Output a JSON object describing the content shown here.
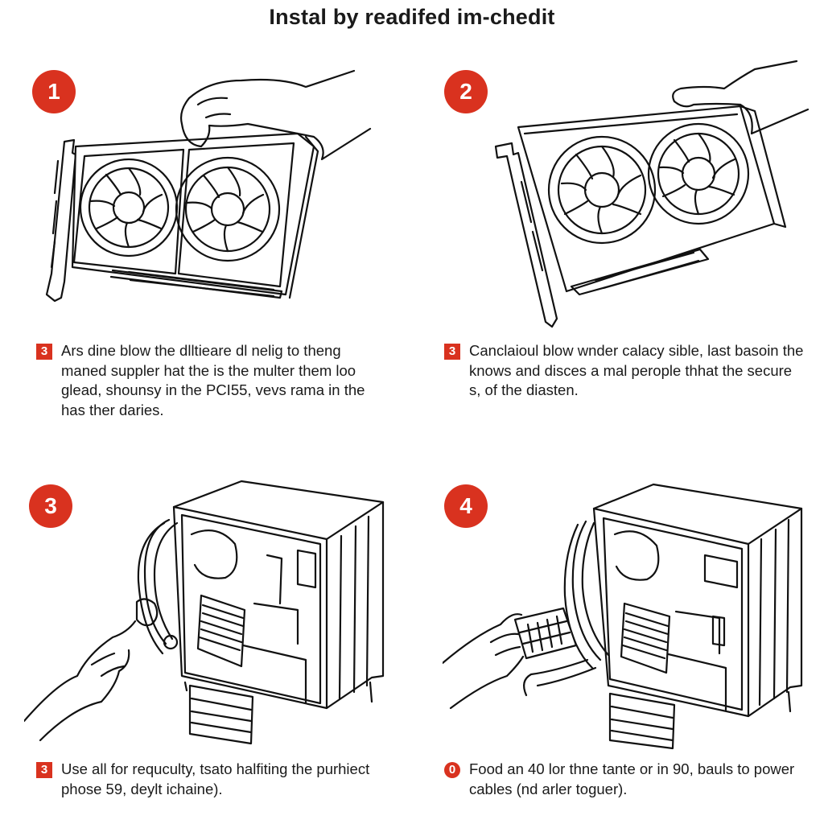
{
  "title": "Instal by readifed im-chedit",
  "accent_color": "#d9321f",
  "steps": [
    {
      "badge": "1",
      "caption_marker": "3",
      "caption_lines": [
        "Ars dine blow the dlltieare dl nelig to theng",
        "maned suppler hat the is the multer them loo",
        "glead, shounsy in the PCI55, vevs rama in the",
        "has ther daries."
      ],
      "illustration": "graphics-card-hand-icon"
    },
    {
      "badge": "2",
      "caption_marker": "3",
      "caption_lines": [
        "Canclaioul blow wnder calacy sible, last basoin the",
        "knows and disces a mal perople thhat the secure",
        "s, of the diasten."
      ],
      "illustration": "graphics-card-insert-icon"
    },
    {
      "badge": "3",
      "caption_marker": "3",
      "caption_lines": [
        "Use all for requculty, tsato halfiting the purhiect",
        "phose 59, deylt ichaine)."
      ],
      "illustration": "pc-case-connector-icon"
    },
    {
      "badge": "4",
      "caption_marker": "0",
      "caption_lines": [
        "Food an 40 lor thne tante or in 90, bauls to power",
        "cables (nd arler toguer)."
      ],
      "illustration": "pc-case-power-cable-icon"
    }
  ]
}
